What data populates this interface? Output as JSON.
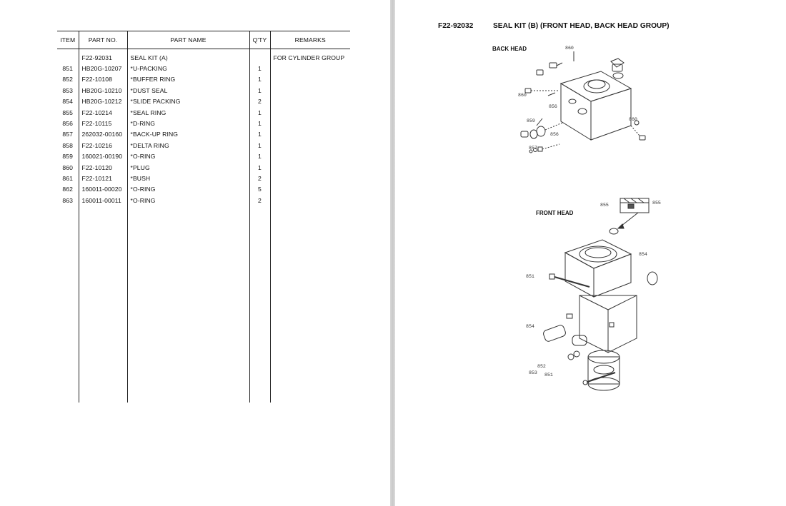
{
  "table": {
    "headers": {
      "item": "ITEM",
      "part_no": "PART NO.",
      "part_name": "PART NAME",
      "qty": "Q'TY",
      "remarks": "REMARKS"
    },
    "rows": [
      {
        "item": "",
        "part_no": "F22-92031",
        "part_name": "SEAL KIT (A)",
        "qty": "",
        "remarks": "FOR CYLINDER GROUP"
      },
      {
        "item": "851",
        "part_no": "HB20G-10207",
        "part_name": "*U-PACKING",
        "qty": "1",
        "remarks": ""
      },
      {
        "item": "852",
        "part_no": "F22-10108",
        "part_name": "*BUFFER RING",
        "qty": "1",
        "remarks": ""
      },
      {
        "item": "853",
        "part_no": "HB20G-10210",
        "part_name": "*DUST SEAL",
        "qty": "1",
        "remarks": ""
      },
      {
        "item": "854",
        "part_no": "HB20G-10212",
        "part_name": "*SLIDE PACKING",
        "qty": "2",
        "remarks": ""
      },
      {
        "item": "855",
        "part_no": "F22-10214",
        "part_name": "*SEAL RING",
        "qty": "1",
        "remarks": ""
      },
      {
        "item": "856",
        "part_no": "F22-10115",
        "part_name": "*D-RING",
        "qty": "1",
        "remarks": ""
      },
      {
        "item": "857",
        "part_no": "262032-00160",
        "part_name": "*BACK-UP RING",
        "qty": "1",
        "remarks": ""
      },
      {
        "item": "858",
        "part_no": "F22-10216",
        "part_name": "*DELTA RING",
        "qty": "1",
        "remarks": ""
      },
      {
        "item": "859",
        "part_no": "160021-00190",
        "part_name": "*O-RING",
        "qty": "1",
        "remarks": ""
      },
      {
        "item": "860",
        "part_no": "F22-10120",
        "part_name": "*PLUG",
        "qty": "1",
        "remarks": ""
      },
      {
        "item": "861",
        "part_no": "F22-10121",
        "part_name": "*BUSH",
        "qty": "2",
        "remarks": ""
      },
      {
        "item": "862",
        "part_no": "160011-00020",
        "part_name": "*O-RING",
        "qty": "5",
        "remarks": ""
      },
      {
        "item": "863",
        "part_no": "160011-00011",
        "part_name": "*O-RING",
        "qty": "2",
        "remarks": ""
      }
    ]
  },
  "diagram": {
    "code": "F22-92032",
    "title": "SEAL KIT (B) (FRONT HEAD, BACK HEAD GROUP)",
    "back_head": {
      "label": "BACK HEAD",
      "callouts": [
        "860",
        "860",
        "856",
        "860",
        "859",
        "856",
        "857"
      ]
    },
    "front_head": {
      "label": "FRONT HEAD",
      "callouts": [
        "855",
        "855",
        "854",
        "851",
        "854",
        "852",
        "853",
        "851"
      ]
    }
  }
}
